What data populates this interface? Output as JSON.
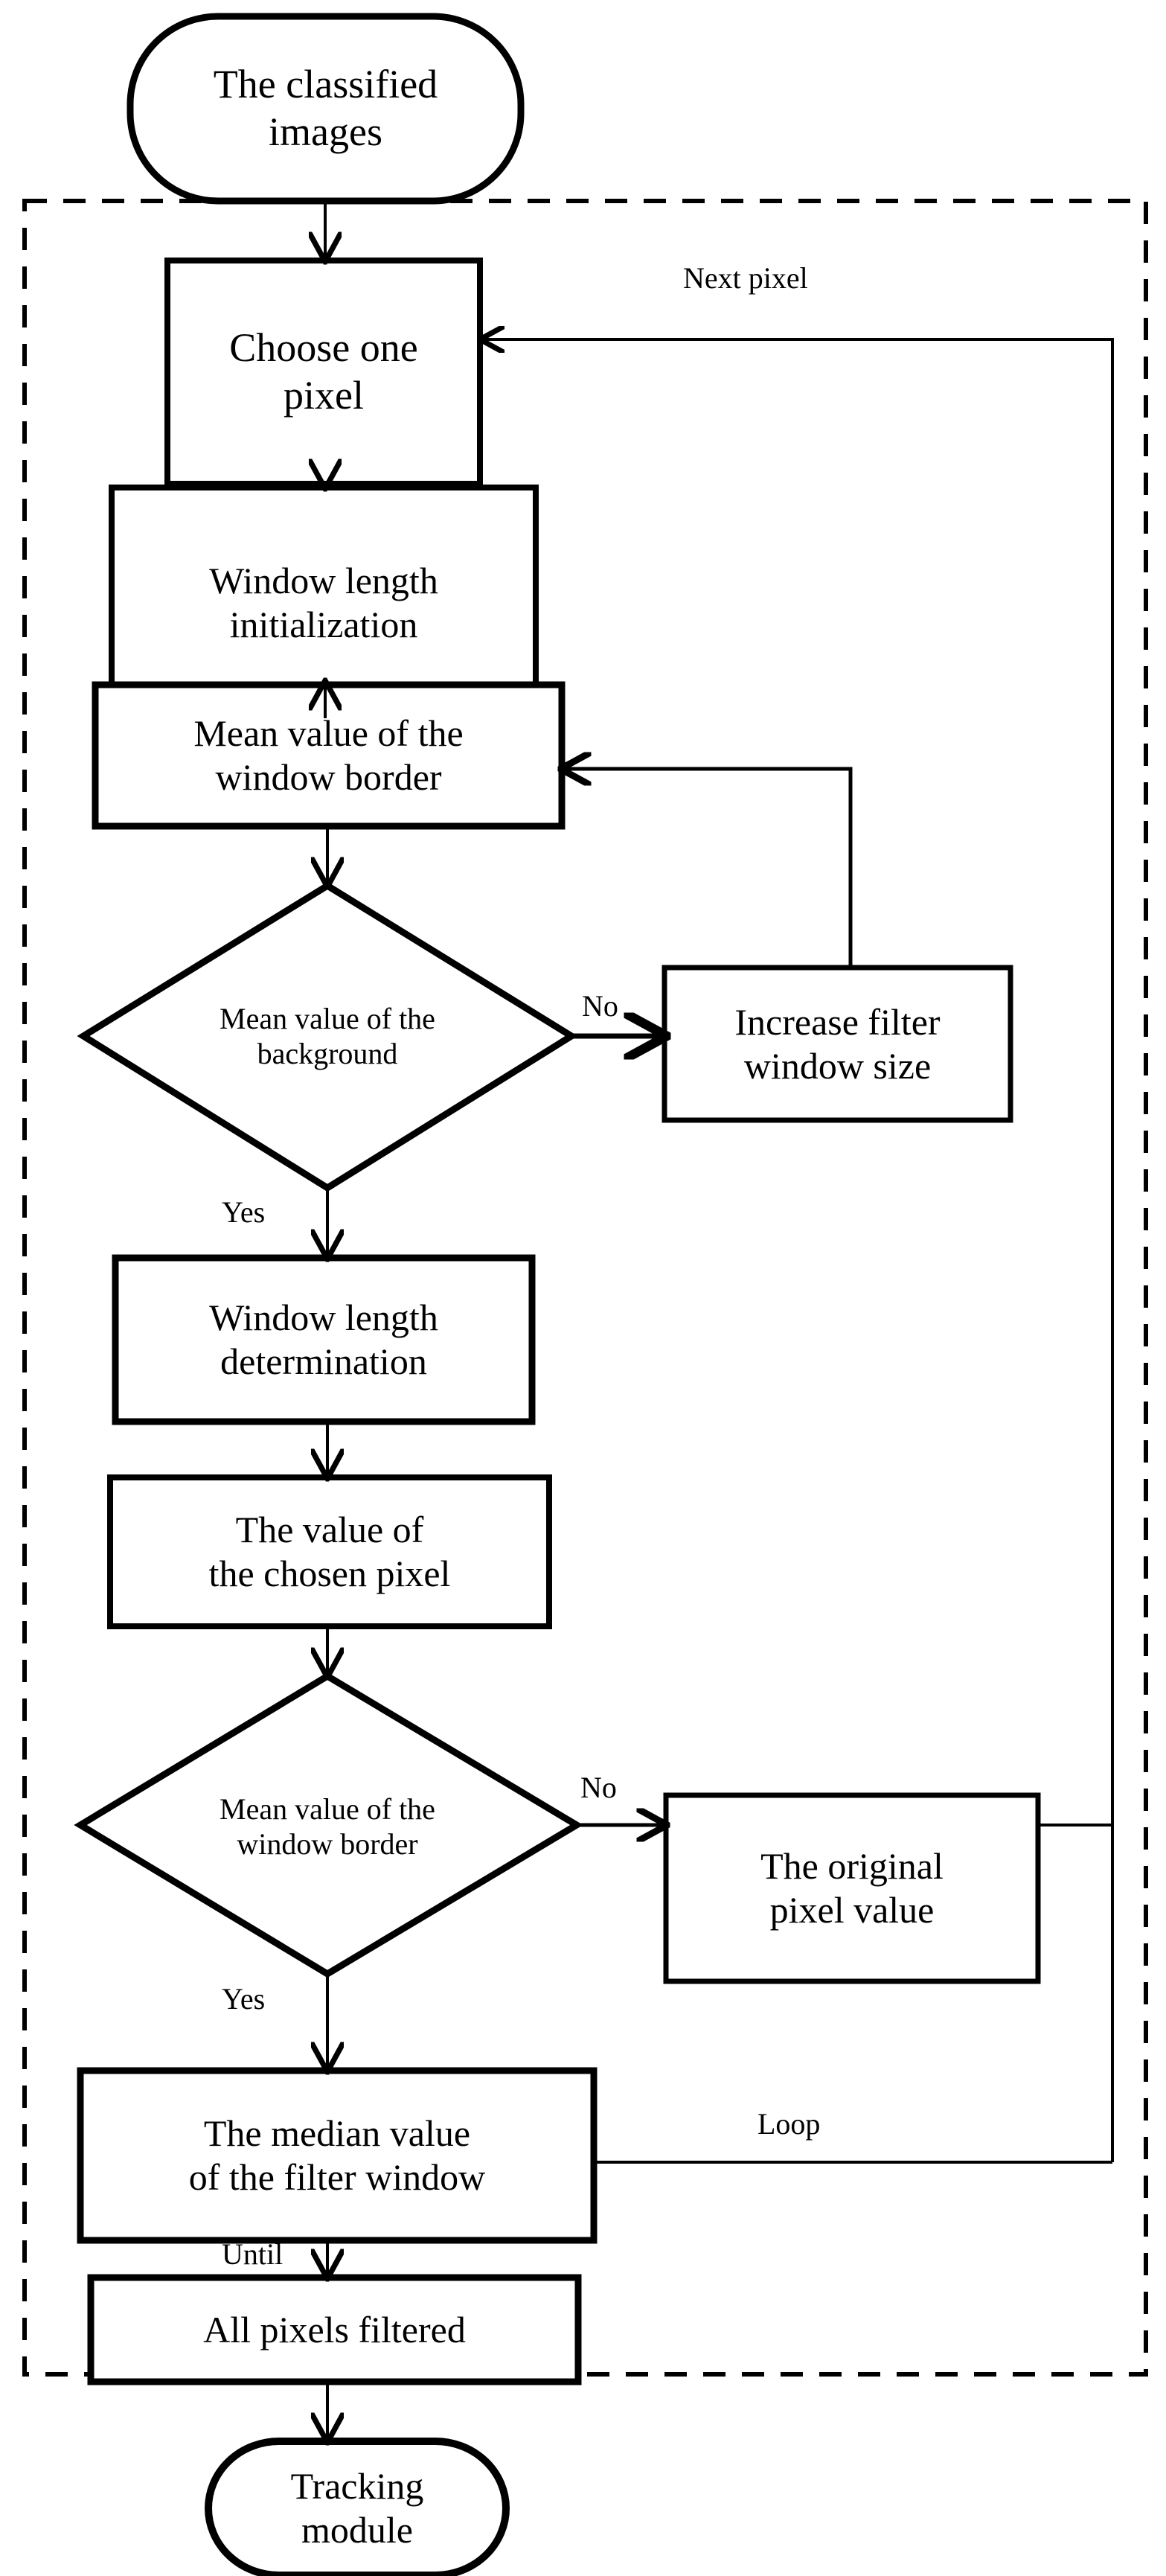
{
  "diagram": {
    "title": "Adaptive median filter flowchart",
    "type": "flowchart",
    "colors": {
      "stroke": "#000000",
      "fill": "#ffffff",
      "background": "#ffffff"
    },
    "group_box": {
      "style": "dashed",
      "label": ""
    },
    "nodes": [
      {
        "id": "start",
        "shape": "terminator",
        "label": "The classified\nimages"
      },
      {
        "id": "choose",
        "shape": "process",
        "label": "Choose one\npixel"
      },
      {
        "id": "init",
        "shape": "process",
        "label": "Window length\ninitialization"
      },
      {
        "id": "meanborder",
        "shape": "process",
        "label": "Mean value of the\nwindow border"
      },
      {
        "id": "decide1",
        "shape": "decision",
        "label": "Mean  value of the\nbackground"
      },
      {
        "id": "increase",
        "shape": "process",
        "label": "Increase filter\nwindow size"
      },
      {
        "id": "determine",
        "shape": "process",
        "label": "Window length\ndetermination"
      },
      {
        "id": "chosenvalue",
        "shape": "process",
        "label": "The value of\nthe chosen  pixel"
      },
      {
        "id": "decide2",
        "shape": "decision",
        "label": "Mean value of the\nwindow border"
      },
      {
        "id": "original",
        "shape": "process",
        "label": "The original\npixel value"
      },
      {
        "id": "median",
        "shape": "process",
        "label": "The median value\nof the filter window"
      },
      {
        "id": "allpixels",
        "shape": "process",
        "label": "All pixels filtered"
      },
      {
        "id": "end",
        "shape": "terminator",
        "label": "Tracking\nmodule"
      }
    ],
    "edge_labels": {
      "next_pixel": "Next pixel",
      "decide1_no": "No",
      "decide1_yes": "Yes",
      "decide2_no": "No",
      "decide2_yes": "Yes",
      "loop": "Loop",
      "until": "Until"
    },
    "edges": [
      {
        "from": "start",
        "to": "choose",
        "label": ""
      },
      {
        "from": "choose",
        "to": "init",
        "label": ""
      },
      {
        "from": "init",
        "to": "meanborder",
        "label": ""
      },
      {
        "from": "meanborder",
        "to": "decide1",
        "label": ""
      },
      {
        "from": "decide1",
        "to": "increase",
        "label": "No"
      },
      {
        "from": "increase",
        "to": "meanborder",
        "label": ""
      },
      {
        "from": "decide1",
        "to": "determine",
        "label": "Yes"
      },
      {
        "from": "determine",
        "to": "chosenvalue",
        "label": ""
      },
      {
        "from": "chosenvalue",
        "to": "decide2",
        "label": ""
      },
      {
        "from": "decide2",
        "to": "original",
        "label": "No"
      },
      {
        "from": "decide2",
        "to": "median",
        "label": "Yes"
      },
      {
        "from": "original",
        "to": "choose",
        "label": "Next pixel"
      },
      {
        "from": "median",
        "to": "choose",
        "label": "Loop"
      },
      {
        "from": "median",
        "to": "allpixels",
        "label": "Until"
      },
      {
        "from": "allpixels",
        "to": "end",
        "label": ""
      }
    ]
  }
}
